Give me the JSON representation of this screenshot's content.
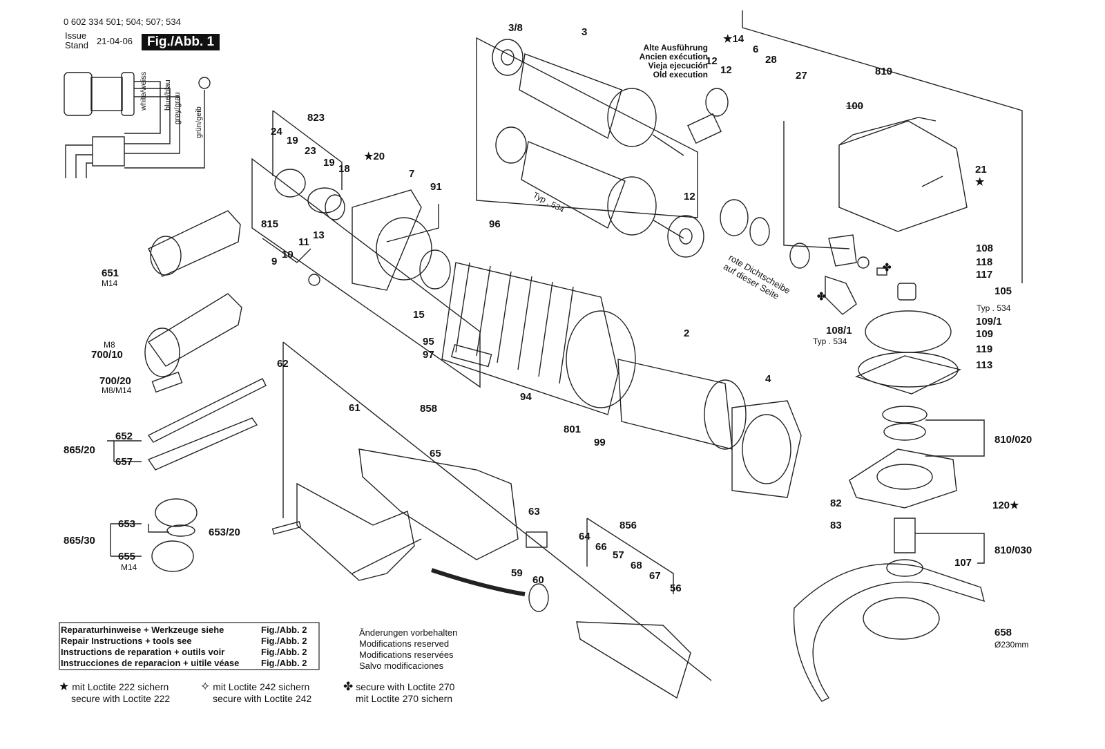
{
  "header": {
    "part_numbers": "0 602 334 501; 504; 507; 534",
    "issue_label": "Issue",
    "stand_label": "Stand",
    "date": "21-04-06",
    "figure": "Fig./Abb. 1"
  },
  "wiring": {
    "wires": [
      "white/weiss",
      "blue/blau",
      "grey/grau",
      "grün/geib"
    ]
  },
  "labels": {
    "p3_8": "3/8",
    "p3": "3",
    "p14": "14",
    "p6": "6",
    "p28": "28",
    "p27": "27",
    "p810": "810",
    "p100": "100",
    "p12a": "12",
    "p12b": "12",
    "p12c": "12",
    "p823": "823",
    "p24": "24",
    "p19a": "19",
    "p23": "23",
    "p19b": "19",
    "p18": "18",
    "p20": "20",
    "p7": "7",
    "p91": "91",
    "p815": "815",
    "p11": "11",
    "p13": "13",
    "p10": "10",
    "p9": "9",
    "p96": "96",
    "p15": "15",
    "p651": "651",
    "m14a": "M14",
    "p21": "21",
    "p108": "108",
    "p118": "118",
    "p117": "117",
    "p105": "105",
    "typ534a": "Typ . 534",
    "p109_1": "109/1",
    "p109": "109",
    "p119": "119",
    "p113": "113",
    "p108_1": "108/1",
    "typ534b": "Typ . 534",
    "typ534c": "Typ . 534",
    "m8": "M8",
    "p700_10": "700/10",
    "p700_20": "700/20",
    "m8m14": "M8/M14",
    "p95": "95",
    "p97": "97",
    "p2": "2",
    "p4": "4",
    "p62": "62",
    "p61": "61",
    "p858": "858",
    "p94": "94",
    "p801": "801",
    "p99": "99",
    "p810_020": "810/020",
    "p865_20": "865/20",
    "p652": "652",
    "p657": "657",
    "p65": "65",
    "p82": "82",
    "p120": "120",
    "p83": "83",
    "p63": "63",
    "p653": "653",
    "p653_20": "653/20",
    "p865_30": "865/30",
    "p655": "655",
    "m14b": "M14",
    "p64": "64",
    "p856": "856",
    "p66": "66",
    "p57": "57",
    "p68": "68",
    "p67": "67",
    "p56": "56",
    "p59": "59",
    "p60": "60",
    "p810_030": "810/030",
    "p107": "107",
    "p658": "658",
    "d230": "Ø230mm"
  },
  "old_execution": [
    "Alte Ausführung",
    "Ancien exécution",
    "Vieja ejecución",
    "Old execution"
  ],
  "seal_note": [
    "rote Dichtscheibe",
    "auf dieser Seite"
  ],
  "repair_table": [
    {
      "text": "Reparaturhinweise + Werkzeuge siehe",
      "ref": "Fig./Abb. 2"
    },
    {
      "text": "Repair Instructions + tools see",
      "ref": "Fig./Abb. 2"
    },
    {
      "text": "Instructions de reparation + outils voir",
      "ref": "Fig./Abb. 2"
    },
    {
      "text": "Instrucciones de reparacion + uitile véase",
      "ref": "Fig./Abb. 2"
    }
  ],
  "modifications": [
    "Änderungen vorbehalten",
    "Modifications reserved",
    "Modifications reservées",
    "Salvo modificaciones"
  ],
  "loctite": [
    {
      "symbol": "★",
      "line1": "mit Loctite 222 sichern",
      "line2": "secure with Loctite 222"
    },
    {
      "symbol": "✧",
      "line1": "mit Loctite 242 sichern",
      "line2": "secure with Loctite 242"
    },
    {
      "symbol": "✤",
      "line1": "secure with Loctite 270",
      "line2": "mit Loctite 270 sichern"
    }
  ],
  "symbols": {
    "star": "★",
    "club": "✤",
    "sparkle": "✧"
  }
}
